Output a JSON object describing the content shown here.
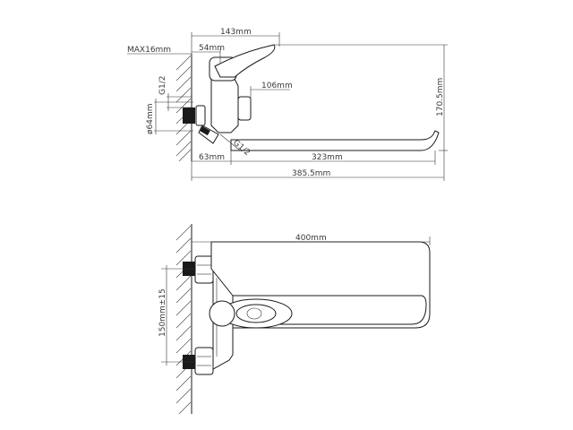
{
  "top_view": {
    "dim_143": "143mm",
    "dim_54": "54mm",
    "dim_max16": "MAX16mm",
    "dim_g12_left": "G1/2",
    "dim_106": "106mm",
    "dim_1705": "170.5mm",
    "dim_d64": "ø64mm",
    "dim_g12_right": "G1/2",
    "dim_63": "63mm",
    "dim_323": "323mm",
    "dim_3855": "385.5mm"
  },
  "bottom_view": {
    "dim_400": "400mm",
    "dim_150": "150mm±15"
  }
}
